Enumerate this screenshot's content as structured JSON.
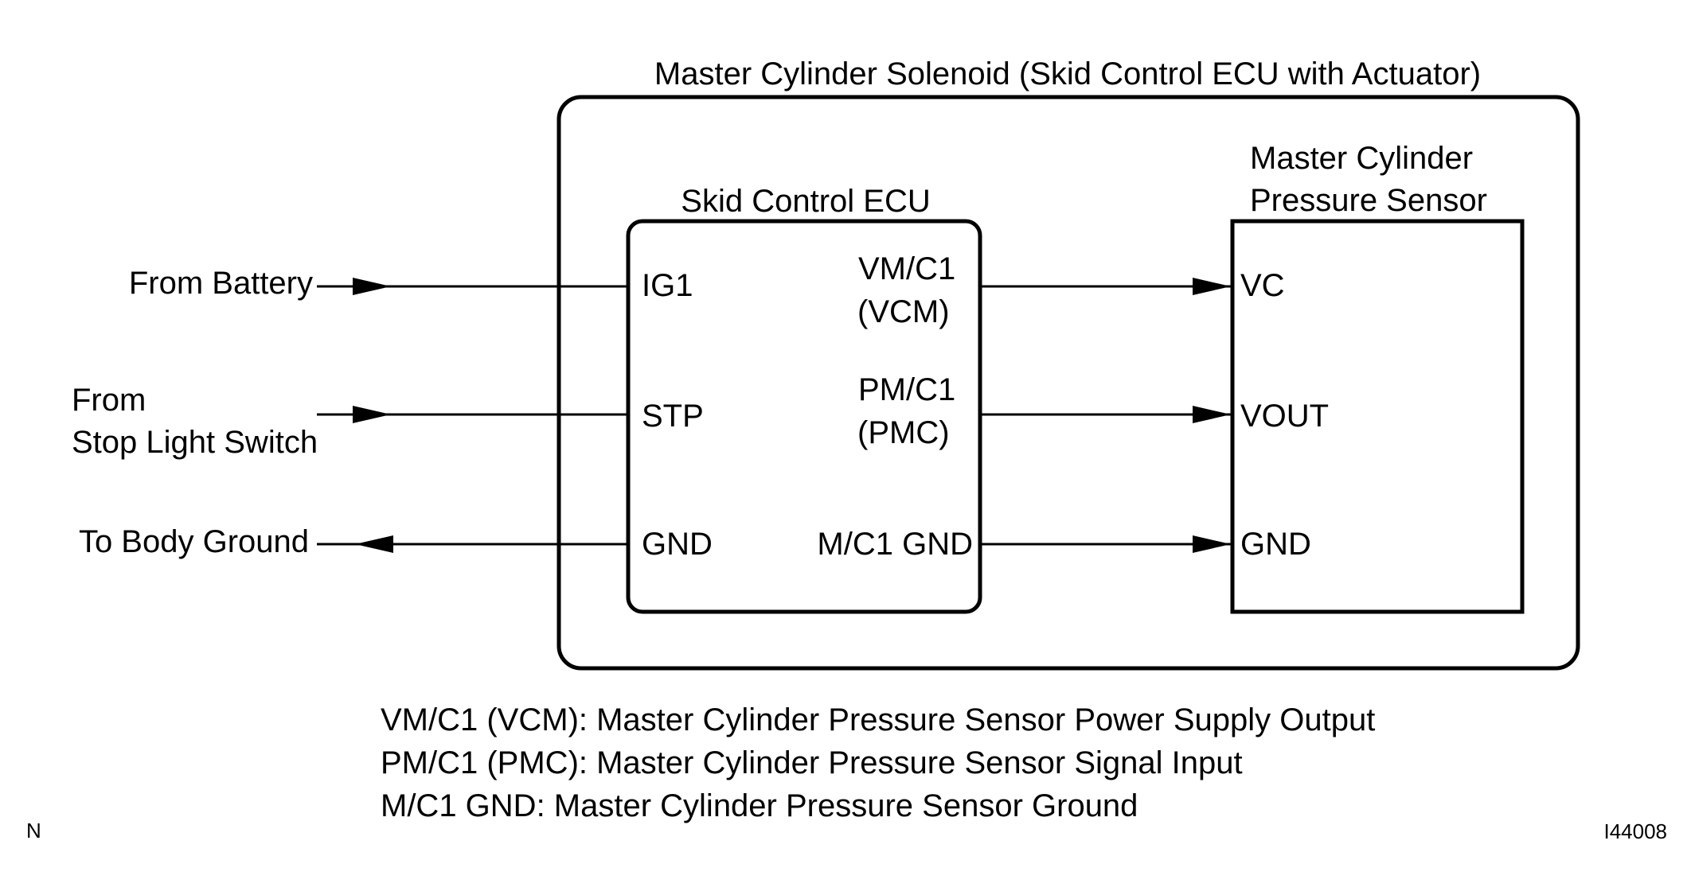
{
  "outer_box": {
    "title": "Master Cylinder Solenoid (Skid Control ECU with Actuator)"
  },
  "ecu": {
    "title": "Skid Control ECU",
    "left_pins": {
      "ig1": "IG1",
      "stp": "STP",
      "gnd": "GND"
    },
    "right_pins": {
      "vmc1_line1": "VM/C1",
      "vmc1_line2": "(VCM)",
      "pmc1_line1": "PM/C1",
      "pmc1_line2": "(PMC)",
      "mc1gnd": "M/C1 GND"
    }
  },
  "sensor": {
    "title_line1": "Master Cylinder",
    "title_line2": "Pressure Sensor",
    "pins": {
      "vc": "VC",
      "vout": "VOUT",
      "gnd": "GND"
    }
  },
  "external": {
    "from_battery": "From Battery",
    "from_stop_line1": "From",
    "from_stop_line2": "Stop Light Switch",
    "to_body_ground": "To Body Ground"
  },
  "legend": {
    "line1": "VM/C1 (VCM): Master Cylinder Pressure Sensor Power Supply Output",
    "line2": "PM/C1 (PMC): Master Cylinder Pressure Sensor Signal Input",
    "line3": "M/C1 GND: Master Cylinder Pressure Sensor Ground"
  },
  "corner_marks": {
    "left": "N",
    "right": "I44008"
  }
}
